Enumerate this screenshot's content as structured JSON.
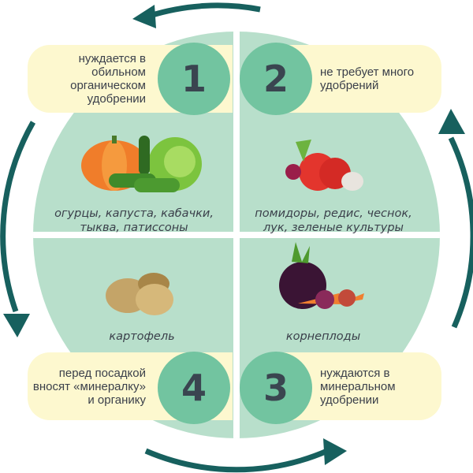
{
  "colors": {
    "quadrant": "#b8dfcb",
    "pill": "#fdf8cf",
    "number_circle": "#72c4a0",
    "arrow": "#17605e",
    "text": "#3a3f4a"
  },
  "stages": [
    {
      "number": "1",
      "note": "нуждается в обильном органическом удобрении",
      "crops": "огурцы, капуста, кабачки, тыква, патиссоны"
    },
    {
      "number": "2",
      "note": "не требует много удобрений",
      "crops": "помидоры, редис, чеснок, лук, зеленые культуры"
    },
    {
      "number": "3",
      "note": "нуждаются в минеральном удобрении",
      "crops": "корнеплоды"
    },
    {
      "number": "4",
      "note": "перед посадкой вносят «минералку» и органику",
      "crops": "картофель"
    }
  ],
  "icons": [
    "cycle-arrow-icon",
    "pumpkin-icon",
    "cucumber-icon",
    "cabbage-icon",
    "tomato-icon",
    "radish-icon",
    "garlic-icon",
    "potato-icon",
    "beet-icon",
    "carrot-icon"
  ]
}
